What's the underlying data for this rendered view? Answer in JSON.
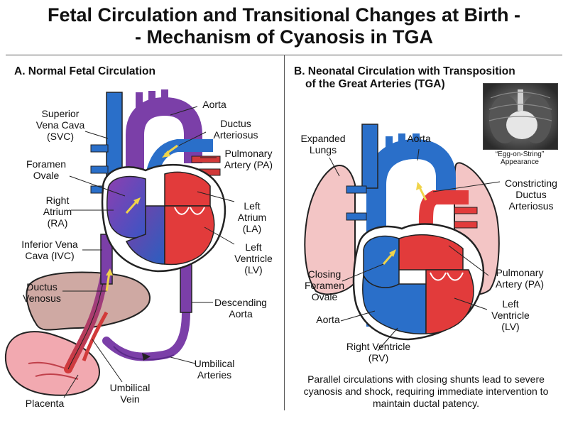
{
  "title": {
    "line1": "Fetal Circulation and Transitional Changes at Birth -",
    "line2": "- Mechanism of Cyanosis in TGA"
  },
  "panel_a": {
    "heading": "A. Normal Fetal Circulation",
    "labels": {
      "svc": [
        "Superior",
        "Vena Cava",
        "(SVC)"
      ],
      "aorta": [
        "Aorta"
      ],
      "ductus_arteriosus": [
        "Ductus",
        "Arteriosus"
      ],
      "pulmonary_artery": [
        "Pulmonary",
        "Artery (PA)"
      ],
      "foramen_ovale": [
        "Foramen",
        "Ovale"
      ],
      "right_atrium": [
        "Right",
        "Atrium",
        "(RA)"
      ],
      "left_atrium": [
        "Left",
        "Atrium",
        "(LA)"
      ],
      "ivc": [
        "Inferior Vena",
        "Cava (IVC)"
      ],
      "left_ventricle": [
        "Left",
        "Ventricle",
        "(LV)"
      ],
      "ductus_venosus": [
        "Ductus",
        "Venosus"
      ],
      "descending_aorta": [
        "Descending",
        "Aorta"
      ],
      "umbilical_arteries": [
        "Umbilical",
        "Arteries"
      ],
      "placenta": [
        "Placenta"
      ],
      "umbilical_vein": [
        "Umbilical",
        "Vein"
      ]
    }
  },
  "panel_b": {
    "heading": [
      "B. Neonatal Circulation with Transposition",
      "of the Great Arteries (TGA)"
    ],
    "xray_caption": [
      "“Egg-on-String”",
      "Appearance"
    ],
    "labels": {
      "expanded_lungs": [
        "Expanded",
        "Lungs"
      ],
      "aorta_top": [
        "Aorta"
      ],
      "constricting_da": [
        "Constricting",
        "Ductus",
        "Arteriosus"
      ],
      "closing_fo": [
        "Closing",
        "Foramen",
        "Ovale"
      ],
      "pulmonary_artery": [
        "Pulmonary",
        "Artery (PA)"
      ],
      "aorta_bottom": [
        "Aorta"
      ],
      "left_ventricle": [
        "Left",
        "Ventricle",
        "(LV)"
      ],
      "right_ventricle": [
        "Right Ventricle",
        "(RV)"
      ]
    },
    "summary": "Parallel circulations with closing shunts lead to severe cyanosis and shock, requiring immediate intervention to maintain ductal patency."
  },
  "colors": {
    "oxygenated": "#e23b3b",
    "deoxygenated": "#2a6fc9",
    "mixed": "#7b3fa8",
    "lung": "#f3c5c5",
    "liver": "#cfa9a3",
    "placenta": "#f2a9b0",
    "shunt_arrow": "#f0d44a"
  }
}
